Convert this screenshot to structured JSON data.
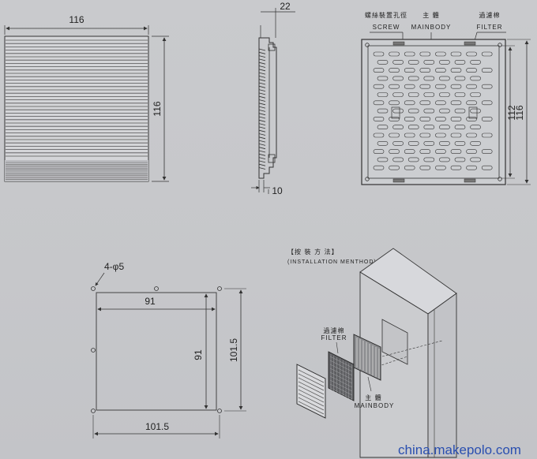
{
  "front_view": {
    "width_dim": "116",
    "height_dim": "116"
  },
  "side_view": {
    "top_dim": "22",
    "bottom_dim": "10"
  },
  "back_view": {
    "screw_cn": "螺絲裝置孔徑",
    "screw_en": "SCREW",
    "mainbody_cn": "主 體",
    "mainbody_en": "MAINBODY",
    "filter_cn": "過濾棉",
    "filter_en": "FILTER",
    "inner_dim": "112",
    "outer_dim": "116"
  },
  "cutout": {
    "hole_label": "4-φ5",
    "inner_width": "91",
    "inner_height": "91",
    "outer_width": "101.5",
    "outer_height": "101.5"
  },
  "installation": {
    "title_cn": "【按 裝 方 法】",
    "title_en": "(INSTALLATION MENTHOD)",
    "filter_cn": "過濾棉",
    "filter_en": "FILTER",
    "mainbody_cn": "主 體",
    "mainbody_en": "MAINBODY"
  },
  "watermark": "china.makepolo.com"
}
